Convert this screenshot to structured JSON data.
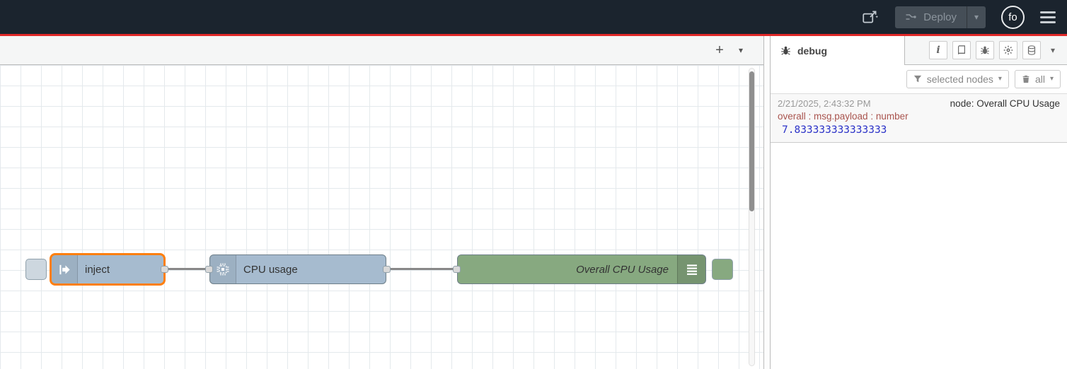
{
  "header": {
    "deploy": {
      "label": "Deploy"
    },
    "avatar": "fo"
  },
  "icons": {
    "caret": "▾",
    "plus": "+",
    "info": "i"
  },
  "flow": {
    "nodes": [
      {
        "id": "inject",
        "type": "inject",
        "label": "inject",
        "color": "#a6bbcf",
        "selected": true
      },
      {
        "id": "cpu",
        "type": "cpu",
        "label": "CPU usage",
        "color": "#a6bbcf",
        "selected": false
      },
      {
        "id": "debug",
        "type": "debug",
        "label": "Overall CPU Usage",
        "color": "#87a980",
        "selected": false
      }
    ],
    "wires": [
      {
        "from": "inject",
        "to": "cpu"
      },
      {
        "from": "cpu",
        "to": "debug"
      }
    ]
  },
  "sidebar": {
    "tab": "debug",
    "filter": {
      "label": "selected nodes"
    },
    "clear": {
      "label": "all"
    },
    "messages": [
      {
        "timestamp": "2/21/2025, 2:43:32 PM",
        "node": "node: Overall CPU Usage",
        "property": "overall : msg.payload : number",
        "value": "7.833333333333333"
      }
    ]
  },
  "colors": {
    "header_bg": "#1b242e",
    "deploy_bg": "#454e57",
    "deploy_text": "#8b949c",
    "red_line": "#e02828",
    "node_blue": "#a6bbcf",
    "node_green": "#87a980",
    "node_border": "#6e7f89",
    "selected": "#ff7f0e",
    "wire": "#888888",
    "grid": "#e4e9ec",
    "debug_property": "#a9544e",
    "debug_value": "#2b32c8"
  }
}
